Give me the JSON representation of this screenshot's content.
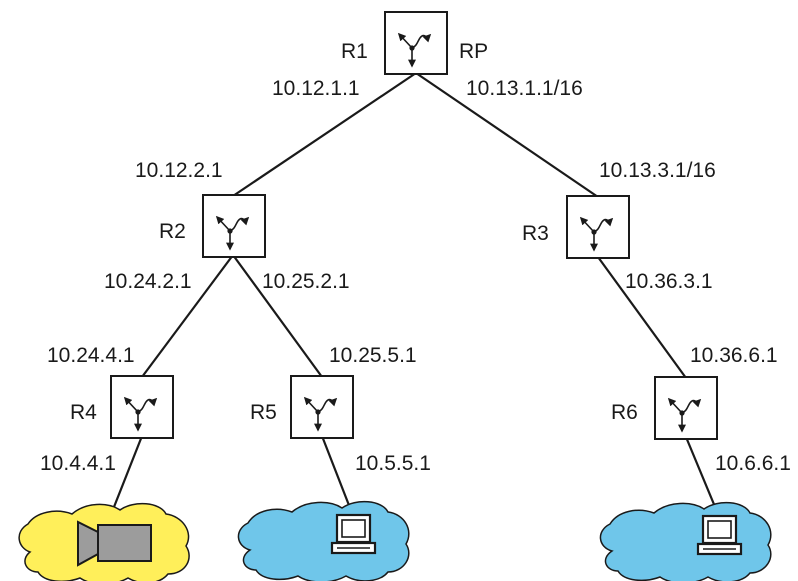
{
  "routers": {
    "r1": {
      "name": "R1",
      "tag": "RP",
      "if_left": "10.12.1.1",
      "if_right": "10.13.1.1/16"
    },
    "r2": {
      "name": "R2",
      "if_up": "10.12.2.1",
      "if_left": "10.24.2.1",
      "if_right": "10.25.2.1"
    },
    "r3": {
      "name": "R3",
      "if_up": "10.13.3.1/16",
      "if_down": "10.36.3.1"
    },
    "r4": {
      "name": "R4",
      "if_up": "10.24.4.1",
      "if_down": "10.4.4.1"
    },
    "r5": {
      "name": "R5",
      "if_up": "10.25.5.1",
      "if_down": "10.5.5.1"
    },
    "r6": {
      "name": "R6",
      "if_up": "10.36.6.1",
      "if_down": "10.6.6.1"
    }
  },
  "clouds": {
    "source": {
      "fill": "#ffef5a",
      "icon": "video-camera-icon"
    },
    "receiver_1": {
      "fill": "#6fc6ea",
      "icon": "computer-icon"
    },
    "receiver_2": {
      "fill": "#6fc6ea",
      "icon": "computer-icon"
    }
  }
}
